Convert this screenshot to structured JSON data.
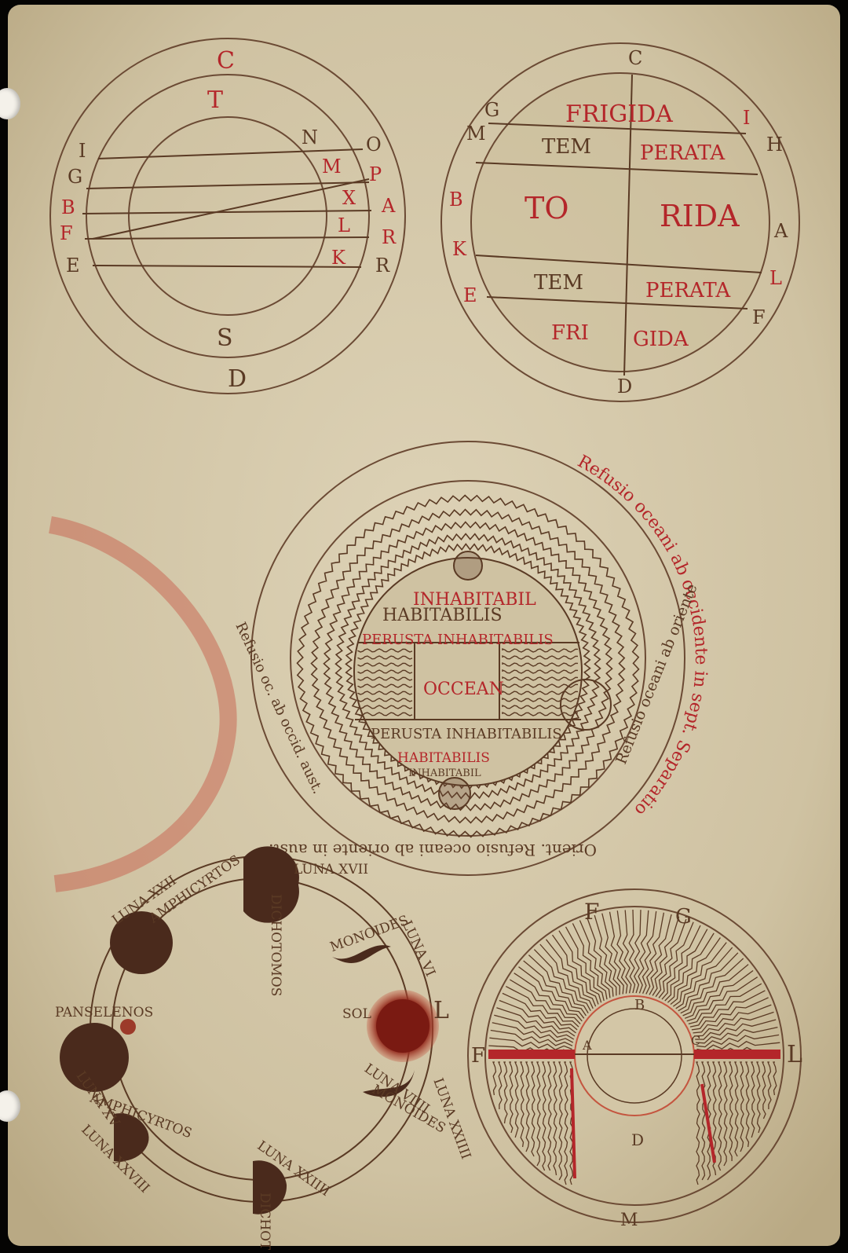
{
  "colors": {
    "parchment": "#d8ccaf",
    "parchment_dark": "#c3b493",
    "ink_brown": "#5a3a24",
    "ink_red": "#b4262a",
    "wash_red": "#c4553f",
    "moon_dark": "#4a2a1c",
    "background": "#050403"
  },
  "figure1": {
    "outer_letters": [
      "C",
      "D",
      "I",
      "G",
      "B",
      "F",
      "E",
      "O",
      "P",
      "A",
      "R",
      "R"
    ],
    "inner_letters": [
      "T",
      "S",
      "N",
      "M",
      "X",
      "L",
      "K"
    ]
  },
  "figure2": {
    "zone_labels": [
      "FRIGIDA",
      "TEM",
      "PERATA",
      "TO",
      "RIDA",
      "TEM",
      "PERATA",
      "FRI",
      "GIDA"
    ],
    "outer_letters": [
      "C",
      "G",
      "M",
      "B",
      "K",
      "E",
      "I",
      "H",
      "A",
      "L",
      "F",
      "D"
    ]
  },
  "figure3": {
    "ring_inscription": "Refusio oceani ab occidente in sept. Separatio",
    "right_inscription": "Refusio oceani ab oriente",
    "bottom_inscription": "Orient. Refusio oceani ab oriente in aust.",
    "left_inscription": "Refusio oc. ab occid. aust.",
    "zones": [
      "INHABITABIL",
      "HABITABILIS",
      "PERUSTA INHABITABILIS",
      "OCCEAN",
      "PERUSTA INHABITABILIS",
      "HABITABILIS",
      "INHABITABIL"
    ]
  },
  "figure4": {
    "labels": [
      "LUNA XXII",
      "DICHOTOMOS",
      "LUNA XVII",
      "LUNA VI",
      "MONOIDES",
      "SOL",
      "L",
      "LUNA XXIIII",
      "MONOIDES",
      "LUNA VIIII",
      "AMPHICYRTOS",
      "LUNA XV",
      "PANSELENOS",
      "AMPHICYRTOS",
      "LUNA XXVIII",
      "LUNA XXIIII",
      "DICHOTOMOS"
    ]
  },
  "figure5": {
    "letters": [
      "F",
      "G",
      "F",
      "L",
      "B",
      "A",
      "C",
      "D",
      "M"
    ]
  }
}
